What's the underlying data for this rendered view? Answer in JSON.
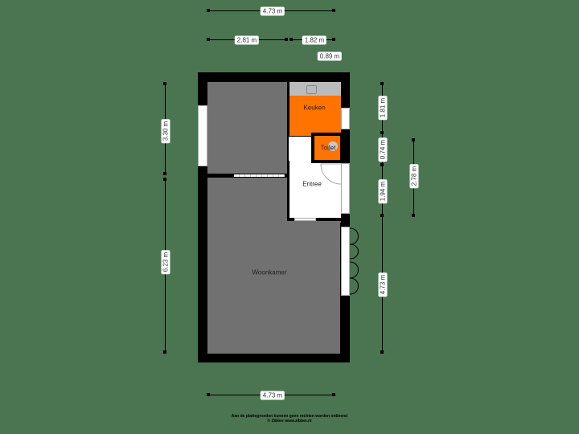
{
  "dimensions": {
    "top_total": "4.73 m",
    "top_left": "2.81 m",
    "top_right": "1.82 m",
    "top_small": "0.89 m",
    "left_upper": "3.30 m",
    "left_lower": "6.23 m",
    "right_1": "1.81 m",
    "right_2": "0.74 m",
    "right_3": "1.94 m",
    "right_4": "4.73 m",
    "right_outer": "2.78 m",
    "bottom_total": "4.73 m"
  },
  "rooms": {
    "keuken": "Keuken",
    "toilet": "Toilet",
    "entree": "Entree",
    "woonkamer": "Woonkamer"
  },
  "colors": {
    "background": "#4a7550",
    "wall": "#000000",
    "room_gray": "#717171",
    "kitchen": "#ff7300",
    "counter": "#bbbbbb"
  },
  "footer": {
    "line1": "Aan de plattegronden kunnen geen rechten worden ontleend",
    "line2": "© Zibber www.zibber.nl"
  }
}
